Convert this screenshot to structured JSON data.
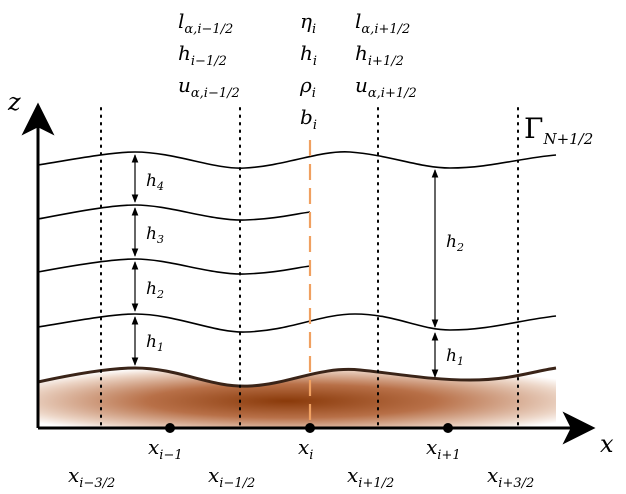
{
  "axes": {
    "z_label": "z",
    "x_label": "x"
  },
  "top_labels": {
    "left": [
      "l",
      "h",
      "u"
    ],
    "left_subs": [
      "α,i−1/2",
      "i−1/2",
      "α,i−1/2"
    ],
    "center": [
      "η",
      "h",
      "ρ",
      "b"
    ],
    "center_subs": [
      "i",
      "i",
      "i",
      "i"
    ],
    "right": [
      "l",
      "h",
      "u"
    ],
    "right_subs": [
      "α,i+1/2",
      "i+1/2",
      "α,i+1/2"
    ]
  },
  "gamma_label": {
    "base": "Γ",
    "sub": "N+1/2"
  },
  "left_layer_labels": [
    {
      "base": "h",
      "sub": "4"
    },
    {
      "base": "h",
      "sub": "3"
    },
    {
      "base": "h",
      "sub": "2"
    },
    {
      "base": "h",
      "sub": "1"
    }
  ],
  "right_layer_labels": [
    {
      "base": "h",
      "sub": "2"
    },
    {
      "base": "h",
      "sub": "1"
    }
  ],
  "nodes": [
    {
      "base": "x",
      "sub": "i−1"
    },
    {
      "base": "x",
      "sub": "i"
    },
    {
      "base": "x",
      "sub": "i+1"
    }
  ],
  "interfaces": [
    {
      "base": "x",
      "sub": "i−3/2"
    },
    {
      "base": "x",
      "sub": "i−1/2"
    },
    {
      "base": "x",
      "sub": "i+1/2"
    },
    {
      "base": "x",
      "sub": "i+3/2"
    }
  ],
  "colors": {
    "bottom_dark": "#8a3a0a",
    "bottom_light": "#ffffff",
    "center_dash": "#f0a060"
  }
}
